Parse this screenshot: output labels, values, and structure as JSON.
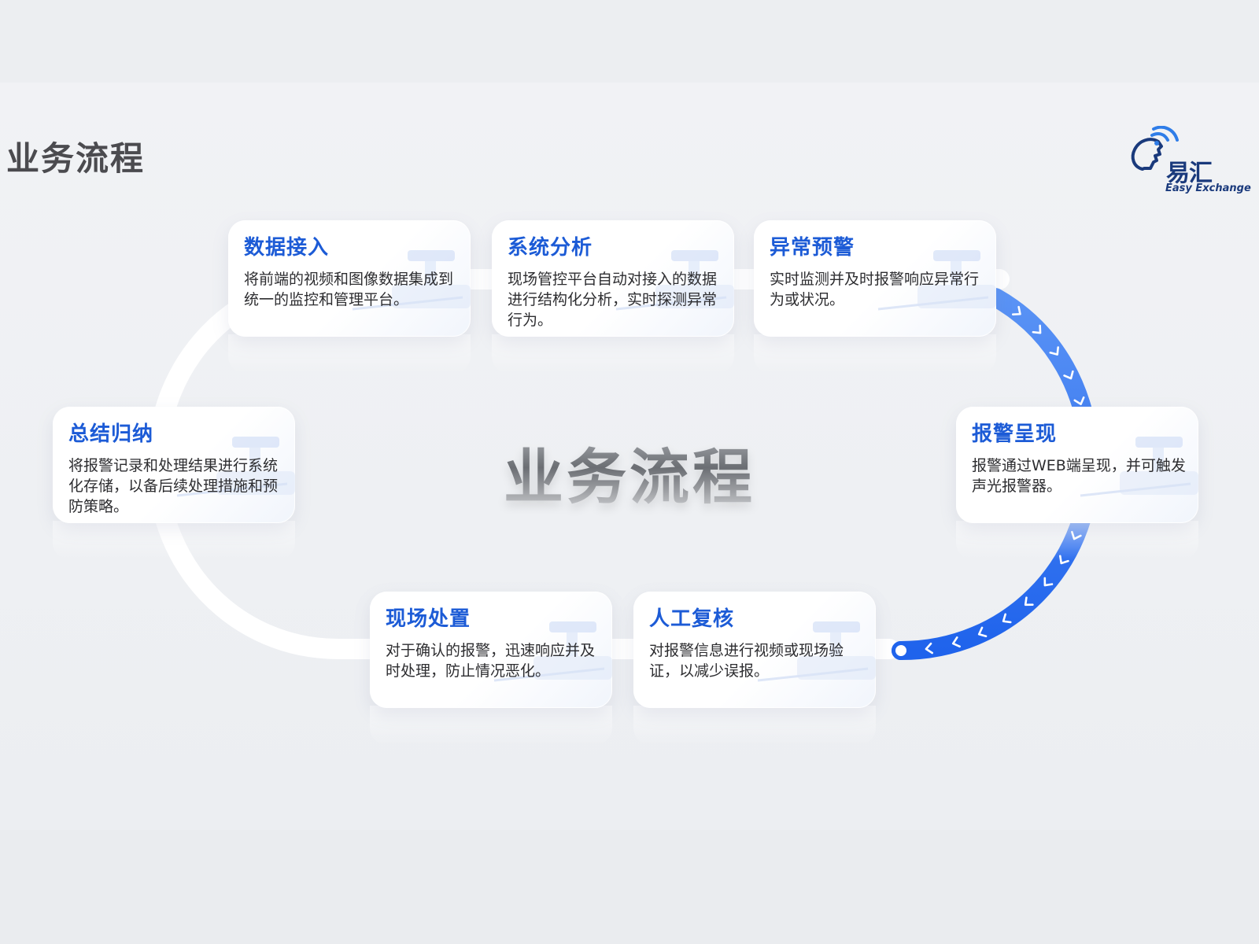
{
  "page_title": "业务流程",
  "center_title": "业务流程",
  "logo": {
    "name": "易汇",
    "subtitle": "Easy Exchange"
  },
  "colors": {
    "accent": "#1c5bd6",
    "arrow_track": "#2a6ff0",
    "loop_track": "#ffffff"
  },
  "steps": [
    {
      "title": "数据接入",
      "desc": "将前端的视频和图像数据集成到统一的监控和管理平台。"
    },
    {
      "title": "系统分析",
      "desc": "现场管控平台自动对接入的数据进行结构化分析，实时探测异常行为。"
    },
    {
      "title": "异常预警",
      "desc": "实时监测并及时报警响应异常行为或状况。"
    },
    {
      "title": "报警呈现",
      "desc": "报警通过WEB端呈现，并可触发声光报警器。"
    },
    {
      "title": "人工复核",
      "desc": "对报警信息进行视频或现场验证，以减少误报。"
    },
    {
      "title": "现场处置",
      "desc": "对于确认的报警，迅速响应并及时处理，防止情况恶化。"
    },
    {
      "title": "总结归纳",
      "desc": "将报警记录和处理结果进行系统化存储，以备后续处理措施和预防策略。"
    }
  ]
}
